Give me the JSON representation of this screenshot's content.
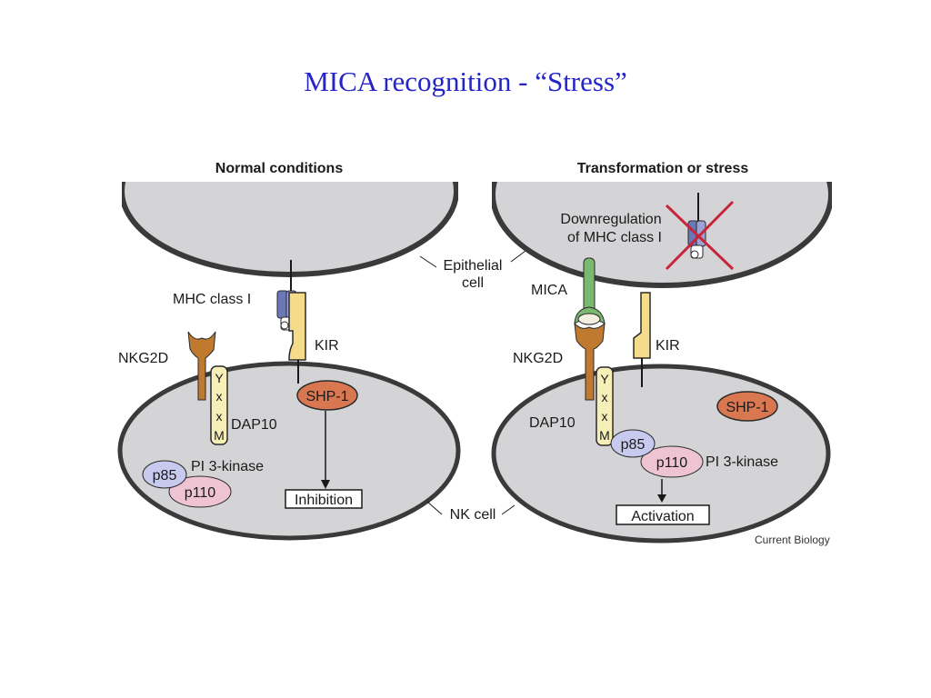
{
  "slide": {
    "title": "MICA recognition - “Stress”"
  },
  "figure": {
    "left_panel": {
      "title": "Normal conditions",
      "mhc_label": "MHC class I",
      "kir_label": "KIR",
      "nkg2d_label": "NKG2D",
      "motif": [
        "Y",
        "x",
        "x",
        "M"
      ],
      "dap10_label": "DAP10",
      "shp1_label": "SHP-1",
      "pi3k_label": "PI 3-kinase",
      "p85_label": "p85",
      "p110_label": "p110",
      "outcome_label": "Inhibition"
    },
    "right_panel": {
      "title": "Transformation or stress",
      "downreg_line1": "Downregulation",
      "downreg_line2": "of MHC class I",
      "mica_label": "MICA",
      "nkg2d_label": "NKG2D",
      "kir_label": "KIR",
      "motif": [
        "Y",
        "x",
        "x",
        "M"
      ],
      "dap10_label": "DAP10",
      "shp1_label": "SHP-1",
      "p85_label": "p85",
      "p110_label": "p110",
      "pi3k_label": "PI 3-kinase",
      "outcome_label": "Activation"
    },
    "epithelial_line1": "Epithelial",
    "epithelial_line2": "cell",
    "nk_cell_label": "NK cell",
    "credit": "Current Biology",
    "colors": {
      "cell_fill": "#d4d4d6",
      "cell_stroke": "#3a3a3a",
      "nkg2d": "#c07a30",
      "dap10": "#f6f0b8",
      "kir": "#f4dc8a",
      "mhc_blue": "#6a78b8",
      "mica_green": "#7bb870",
      "shp1": "#d97850",
      "p85": "#c7c9ee",
      "p110": "#eec4d2",
      "cross": "#c8243c",
      "title": "#2424c8"
    }
  }
}
